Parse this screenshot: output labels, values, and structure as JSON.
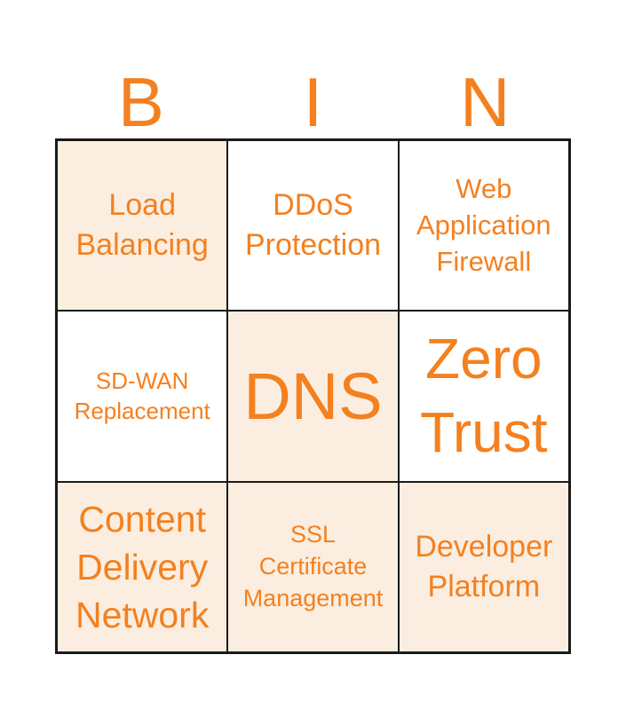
{
  "colors": {
    "accent_orange": "#f4801f",
    "daub_fill": "#fbeee1",
    "grid_line": "#1a1a1a",
    "cell_background": "#ffffff",
    "page_background": "#ffffff"
  },
  "header": {
    "letters": [
      "B",
      "I",
      "N"
    ]
  },
  "grid": {
    "rows": 3,
    "cols": 3,
    "cells": [
      {
        "label": "Load Balancing",
        "shaded": true,
        "size": "m2"
      },
      {
        "label": "DDoS Protection",
        "shaded": false,
        "size": "m2"
      },
      {
        "label": "Web Application Firewall",
        "shaded": false,
        "size": "m1"
      },
      {
        "label": "SD-WAN Replacement",
        "shaded": false,
        "size": "s1"
      },
      {
        "label": "DNS",
        "shaded": true,
        "size": "x2"
      },
      {
        "label": "Zero Trust",
        "shaded": false,
        "size": "x1"
      },
      {
        "label": "Content Delivery Network",
        "shaded": true,
        "size": "l1"
      },
      {
        "label": "SSL Certificate Management",
        "shaded": true,
        "size": "s2"
      },
      {
        "label": "Developer Platform",
        "shaded": true,
        "size": "m2"
      }
    ]
  }
}
